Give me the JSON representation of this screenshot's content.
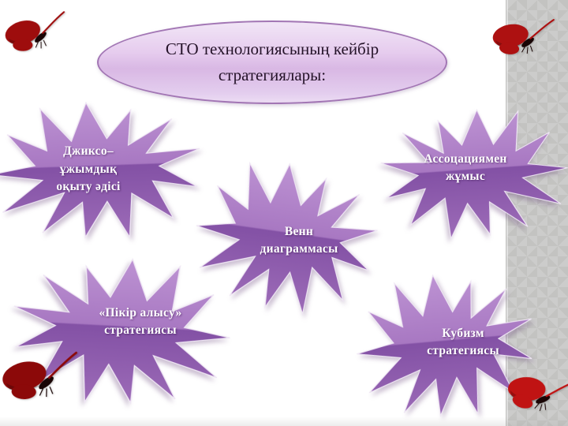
{
  "slide": {
    "title": "СТО технологиясының кейбір стратегиялары:",
    "background_color": "#ffffff",
    "right_strip_color": "#cccccb",
    "title_fill_top": "#f1e5f6",
    "title_fill_mid": "#d9b8e4",
    "title_border_color": "#a276b4",
    "star_color_top": "#bd93d3",
    "star_color_upper_mid": "#a878c2",
    "star_color_lower_mid": "#8351a5",
    "star_color_bottom": "#9d6cb8",
    "star_text_color": "#ffffff"
  },
  "bursts": [
    {
      "label": "Джиксо–\nұжымдық\nоқыту әдісі"
    },
    {
      "label": "Ассоцациямен\nжұмыс"
    },
    {
      "label": "Венн\nдиаграммасы"
    },
    {
      "label": "«Пікір алысу»\nстратегиясы"
    },
    {
      "label": "Кубизм\nстратегиясы"
    }
  ],
  "decorations": {
    "butterflies": [
      {
        "position": "top-left",
        "color": "#9e0d0d"
      },
      {
        "position": "top-right",
        "color": "#ad1111"
      },
      {
        "position": "bottom-left",
        "color": "#8c0909"
      },
      {
        "position": "bottom-right",
        "color": "#c01313"
      }
    ]
  }
}
